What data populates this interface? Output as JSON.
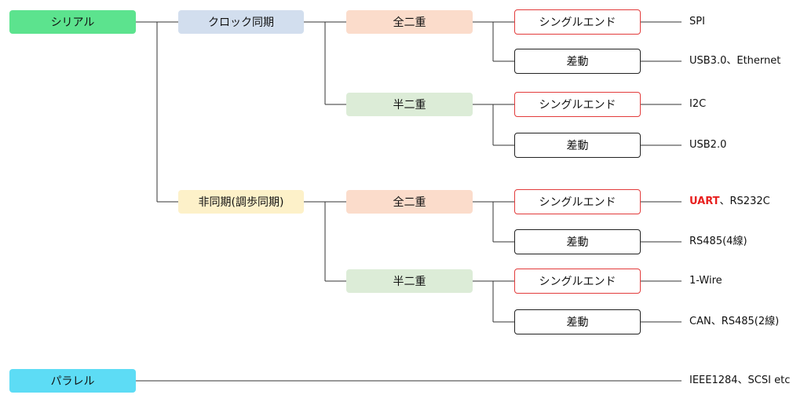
{
  "root": {
    "serial": "シリアル",
    "parallel": "パラレル"
  },
  "level2": {
    "clock_sync": "クロック同期",
    "async": "非同期(調歩同期)"
  },
  "level3": {
    "full_duplex_a": "全二重",
    "half_duplex_a": "半二重",
    "full_duplex_b": "全二重",
    "half_duplex_b": "半二重"
  },
  "level4": {
    "se_1": "シングルエンド",
    "diff_1": "差動",
    "se_2": "シングルエンド",
    "diff_2": "差動",
    "se_3": "シングルエンド",
    "diff_3": "差動",
    "se_4": "シングルエンド",
    "diff_4": "差動"
  },
  "leaves": {
    "spi": "SPI",
    "usb30": "USB3.0、Ethernet",
    "i2c": "I2C",
    "usb20": "USB2.0",
    "uart": "UART",
    "rs232c": "、RS232C",
    "rs485_4": "RS485(4線)",
    "onewire": "1-Wire",
    "can": "CAN、RS485(2線)",
    "ieee": "IEEE1284、SCSI etc"
  },
  "colors": {
    "serial": "#5ce38e",
    "parallel": "#5ddcf5",
    "clock_sync": "#d2deee",
    "async": "#fdf1c9",
    "full_duplex": "#fbdccb",
    "half_duplex": "#dcecd7",
    "single_end_border": "#e23b3b",
    "diff_border": "#222222",
    "highlight": "#e8201f"
  }
}
